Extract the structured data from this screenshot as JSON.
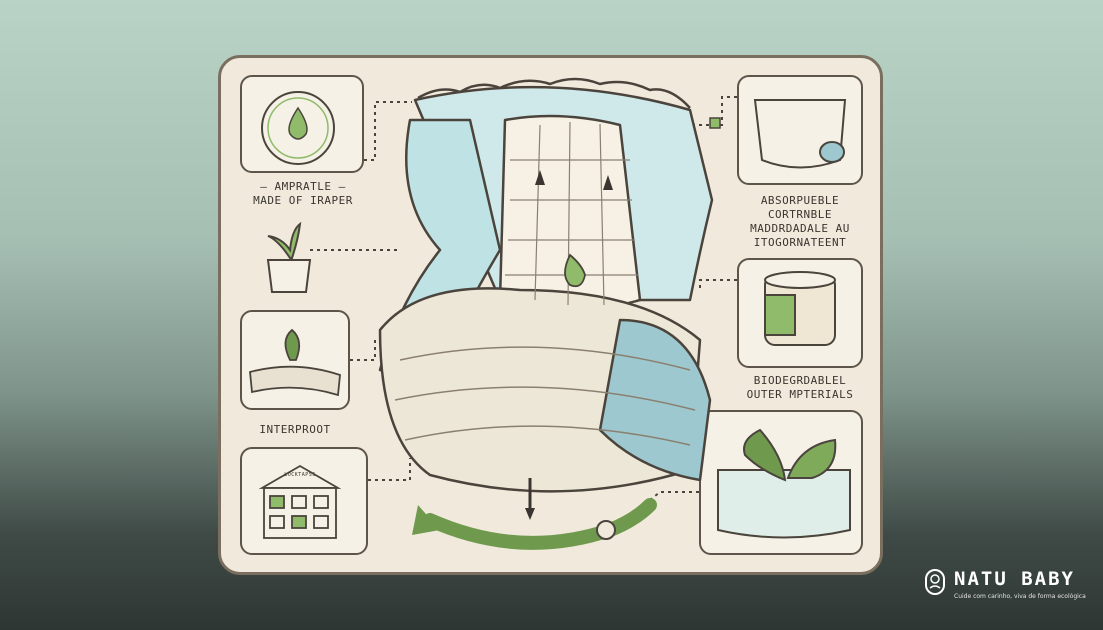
{
  "labels": {
    "top_left_line1": "— AMPRATLE —",
    "top_left_line2": "MADE OF IRAPER",
    "top_right_line1": "ABSORPUEBLE",
    "top_right_line2": "CORTRNBLE",
    "top_right_line3": "MADDRDADALE AU",
    "top_right_line4": "ITOGORNATEENT",
    "middle_right_line1": "BIODEGRDABLEL",
    "middle_right_line2": "OUTER MPTERIALS",
    "middle_left": "INTERPROOT",
    "sign_text": "LOCKTAPSS"
  },
  "brand": {
    "name": "NATU BABY",
    "tagline": "Cuide com carinho, viva de forma ecológica"
  },
  "colors": {
    "accent_green": "#6f9a4e",
    "diaper_blue": "#bfe3e4",
    "outline": "#4a443c"
  }
}
